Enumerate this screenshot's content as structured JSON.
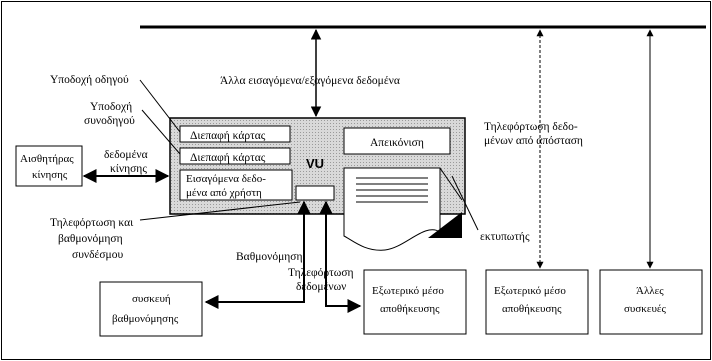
{
  "frame": {
    "bg": "#ffffff",
    "stroke": "#000000",
    "vu_fill": "#d6d6d6"
  },
  "vu_unit": {
    "title": "VU",
    "card_iface_1": "Διεπαφή κάρτας",
    "card_iface_2": "Διεπαφή κάρτας",
    "user_input_line1": "Εισαγόμενα δεδο-",
    "user_input_line2": "μένα από χρήστη",
    "display": "Απεικόνιση"
  },
  "labels": {
    "driver_slot": "Υποδοχή οδηγού",
    "codriver_slot_line1": "Υποδοχή",
    "codriver_slot_line2": "συνοδηγού",
    "motion_data_line1": "δεδομένα",
    "motion_data_line2": "κίνησης",
    "other_io": "Άλλα εισαγόμενα/εξαγόμενα δεδομένα",
    "remote_dl_line1": "Τηλεφόρτωση δεδο-",
    "remote_dl_line2": "μένων από απόσταση",
    "dl_calib_line1": "Τηλεφόρτωση και",
    "dl_calib_line2": "βαθμονόμηση",
    "dl_calib_line3": "συνδέσμου",
    "calibration": "Βαθμονόμηση",
    "data_dl_line1": "Τηλεφόρτωση",
    "data_dl_line2": "δεδομένων",
    "printer": "εκτυπωτής"
  },
  "boxes": {
    "motion_sensor_line1": "Αισθητήρας",
    "motion_sensor_line2": "κίνησης",
    "calib_device_line1": "συσκευή",
    "calib_device_line2": "βαθμονόμησης",
    "ext_storage_1_line1": "Εξωτερικό μέσο",
    "ext_storage_1_line2": "αποθήκευσης",
    "ext_storage_2_line1": "Εξωτερικό μέσο",
    "ext_storage_2_line2": "αποθήκευσης",
    "other_devices_line1": "Άλλες",
    "other_devices_line2": "συσκευές"
  }
}
